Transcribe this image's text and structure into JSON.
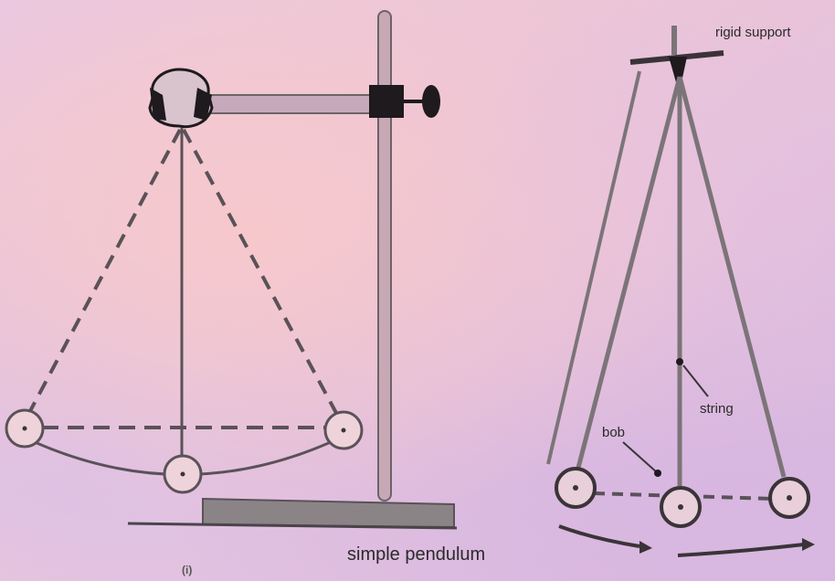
{
  "labels": {
    "rigid_support": "rigid support",
    "string": "string",
    "bob": "bob",
    "caption": "simple pendulum",
    "figure_mark": "(i)"
  },
  "colors": {
    "line": "#5a5258",
    "dark": "#1e1a1e",
    "rod": "#7b7478",
    "base": "#8b8487"
  }
}
